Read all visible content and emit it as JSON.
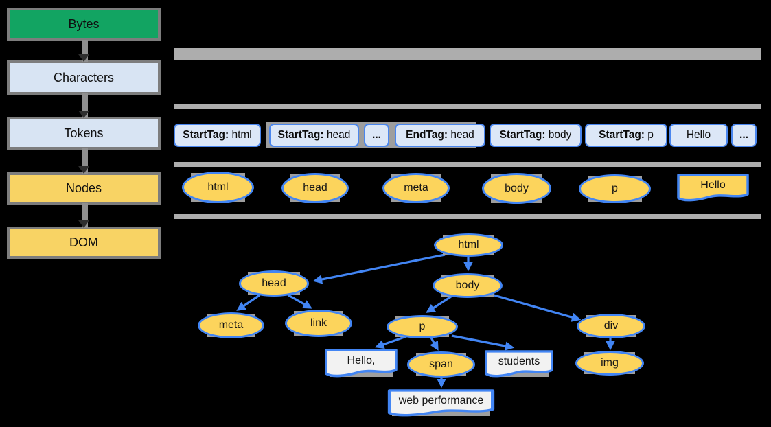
{
  "flowchart": {
    "stages": [
      {
        "label": "Bytes"
      },
      {
        "label": "Characters"
      },
      {
        "label": "Tokens"
      },
      {
        "label": "Nodes"
      },
      {
        "label": "DOM"
      }
    ]
  },
  "tokens": {
    "items": [
      {
        "bold": "StartTag:",
        "rest": " html"
      },
      {
        "bold": "StartTag:",
        "rest": " head"
      },
      {
        "bold": "...",
        "rest": ""
      },
      {
        "bold": "EndTag:",
        "rest": " head"
      },
      {
        "bold": "StartTag:",
        "rest": " body"
      },
      {
        "bold": "StartTag:",
        "rest": " p"
      },
      {
        "bold": "",
        "rest": "Hello"
      },
      {
        "bold": "...",
        "rest": ""
      }
    ]
  },
  "nodes_row": {
    "ellipses": [
      "html",
      "head",
      "meta",
      "body",
      "p"
    ],
    "text_node": "Hello"
  },
  "dom_tree": {
    "nodes": {
      "html": "html",
      "head": "head",
      "body": "body",
      "meta": "meta",
      "link": "link",
      "p": "p",
      "div": "div",
      "span": "span",
      "img": "img"
    },
    "text_nodes": {
      "hello": "Hello,",
      "students": "students",
      "web_performance": "web performance"
    }
  },
  "colors": {
    "background": "#000000",
    "stage_green": "#12a462",
    "stage_light_blue": "#d8e4f3",
    "stage_yellow": "#f8d364",
    "stage_border_gray": "#7d7d7d",
    "node_yellow": "#fcd45c",
    "node_border_blue": "#4285f4",
    "token_fill": "#dce7f7",
    "token_border_blue": "#4a86ee",
    "divider_gray": "#adadad",
    "shadow_gray": "#9e9e9e",
    "text_node_fill": "#f2f2f2"
  }
}
